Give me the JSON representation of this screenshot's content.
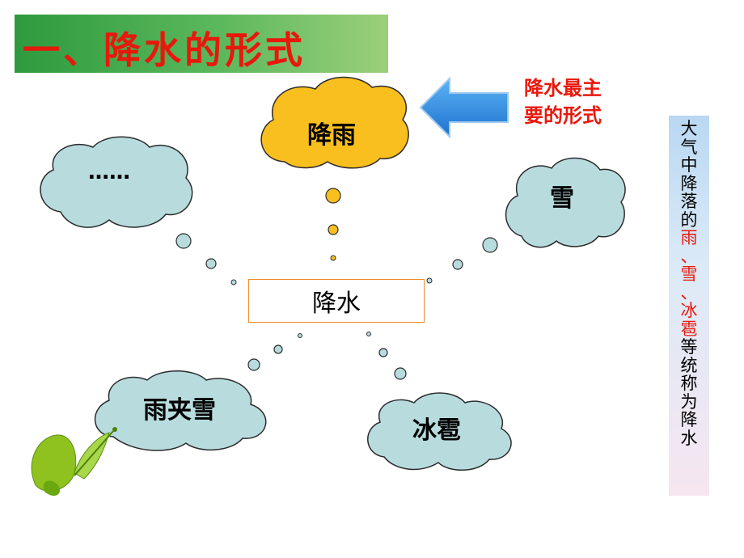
{
  "title": "一、降水的形式",
  "center": "降水",
  "clouds": {
    "rain": "降雨",
    "ellipsis": "……",
    "snow": "雪",
    "sleet": "雨夹雪",
    "hail": "冰雹"
  },
  "note_lines": [
    "降水最主",
    "要的形式"
  ],
  "sidebar": {
    "black1": "大气中降落的",
    "red": "雨、雪、冰雹",
    "black2": "等统称为降水"
  },
  "colors": {
    "title_text": "#e8180c",
    "rain_cloud": "#f9bf1f",
    "blue_cloud": "#b8dcde",
    "arrow": "#2f8fe4",
    "center_border": "#f08a2a"
  }
}
